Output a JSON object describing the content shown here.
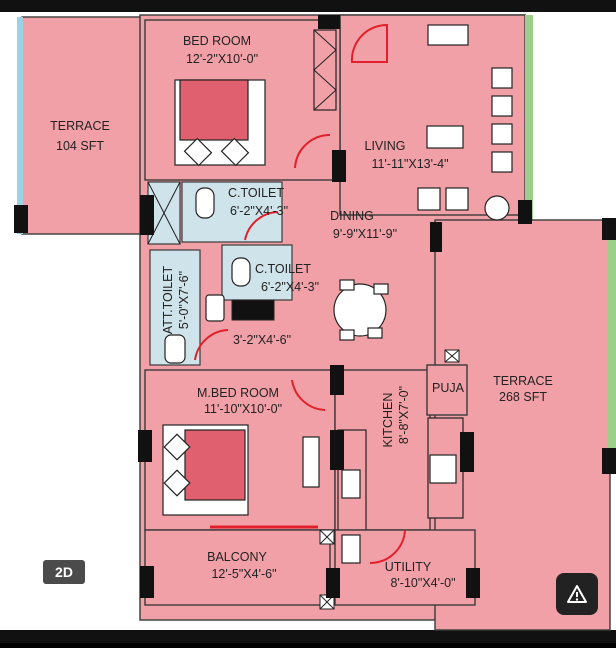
{
  "rooms": {
    "terrace_small": {
      "name": "TERRACE",
      "size": "104 SFT"
    },
    "bedroom": {
      "name": "BED ROOM",
      "size": "12'-2\"X10'-0\""
    },
    "ctoilet1": {
      "name": "C.TOILET",
      "size": "6'-2\"X4'-3\""
    },
    "living": {
      "name": "LIVING",
      "size": "11'-11\"X13'-4\""
    },
    "dining": {
      "name": "DINING",
      "size": "9'-9\"X11'-9\""
    },
    "ctoilet2": {
      "name": "C.TOILET",
      "size": "6'-2\"X4'-3\""
    },
    "att_toilet": {
      "name": "ATT.TOILET",
      "size": "5'-0\"X7'-6\""
    },
    "passage": {
      "size": "3'-2\"X4'-6\""
    },
    "mbed": {
      "name": "M.BED ROOM",
      "size": "11'-10\"X10'-0\""
    },
    "kitchen": {
      "name": "KITCHEN",
      "size": "8'-8\"X7'-0\""
    },
    "puja": {
      "name": "PUJA"
    },
    "terrace_large": {
      "name": "TERRACE",
      "size": "268 SFT"
    },
    "balcony": {
      "name": "BALCONY",
      "size": "12'-5\"X4'-6\""
    },
    "utility": {
      "name": "UTILITY",
      "size": "8'-10\"X4'-0\""
    }
  },
  "badge_label": "2D",
  "icons": {
    "report": "warning-triangle-icon"
  },
  "colors": {
    "room_fill": "#f2a0a7",
    "toilet_fill": "#cfe3ea",
    "door": "#e0202a"
  }
}
